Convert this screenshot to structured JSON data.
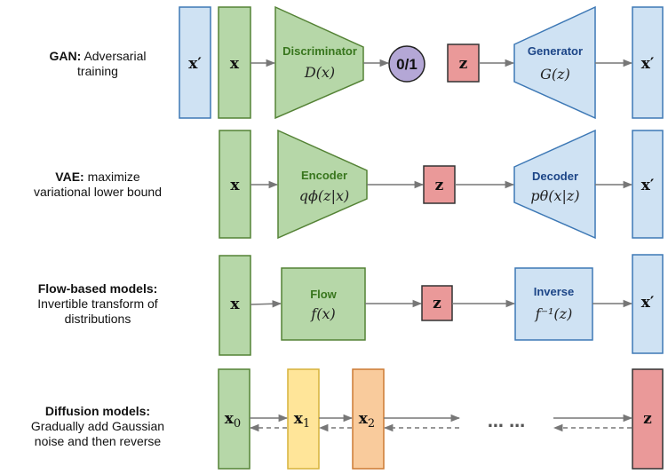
{
  "colors": {
    "green_fill": "#b6d7a8",
    "green_stroke": "#548235",
    "green_text": "#38761d",
    "blue_fill": "#cfe2f3",
    "blue_stroke": "#3d78b5",
    "blue_text": "#1c4587",
    "red_fill": "#ea9999",
    "red_stroke": "#333333",
    "purple_fill": "#b4a7d6",
    "yellow_fill": "#ffe599",
    "yellow_stroke": "#d6b23a",
    "orange_fill": "#f9cb9c",
    "orange_stroke": "#cc7a33",
    "arrow": "#777777"
  },
  "rows": {
    "gan": {
      "title": "GAN:",
      "desc_line1": "Adversarial",
      "desc_line2": "training",
      "x_prime_input": "x′",
      "x_input": "x",
      "discriminator_label": "Discriminator",
      "discriminator_math": "D(x)",
      "output": "0/1",
      "z": "z",
      "generator_label": "Generator",
      "generator_math": "G(z)",
      "x_prime_output": "x′"
    },
    "vae": {
      "title": "VAE:",
      "desc_line1": "maximize",
      "desc_line2": "variational lower bound",
      "x_input": "x",
      "encoder_label": "Encoder",
      "encoder_math": "qϕ(z|x)",
      "z": "z",
      "decoder_label": "Decoder",
      "decoder_math": "pθ(x|z)",
      "x_prime_output": "x′"
    },
    "flow": {
      "title": "Flow-based models:",
      "desc_line1": "Invertible transform of",
      "desc_line2": "distributions",
      "x_input": "x",
      "flow_label": "Flow",
      "flow_math": "f(x)",
      "z": "z",
      "inverse_label": "Inverse",
      "inverse_math": "f⁻¹(z)",
      "x_prime_output": "x′"
    },
    "diffusion": {
      "title": "Diffusion models:",
      "desc_line1": "Gradually add Gaussian",
      "desc_line2": "noise and then reverse",
      "x0": "x",
      "x0_sub": "0",
      "x1": "x",
      "x1_sub": "1",
      "x2": "x",
      "x2_sub": "2",
      "ellipsis": "… …",
      "z": "z"
    }
  }
}
